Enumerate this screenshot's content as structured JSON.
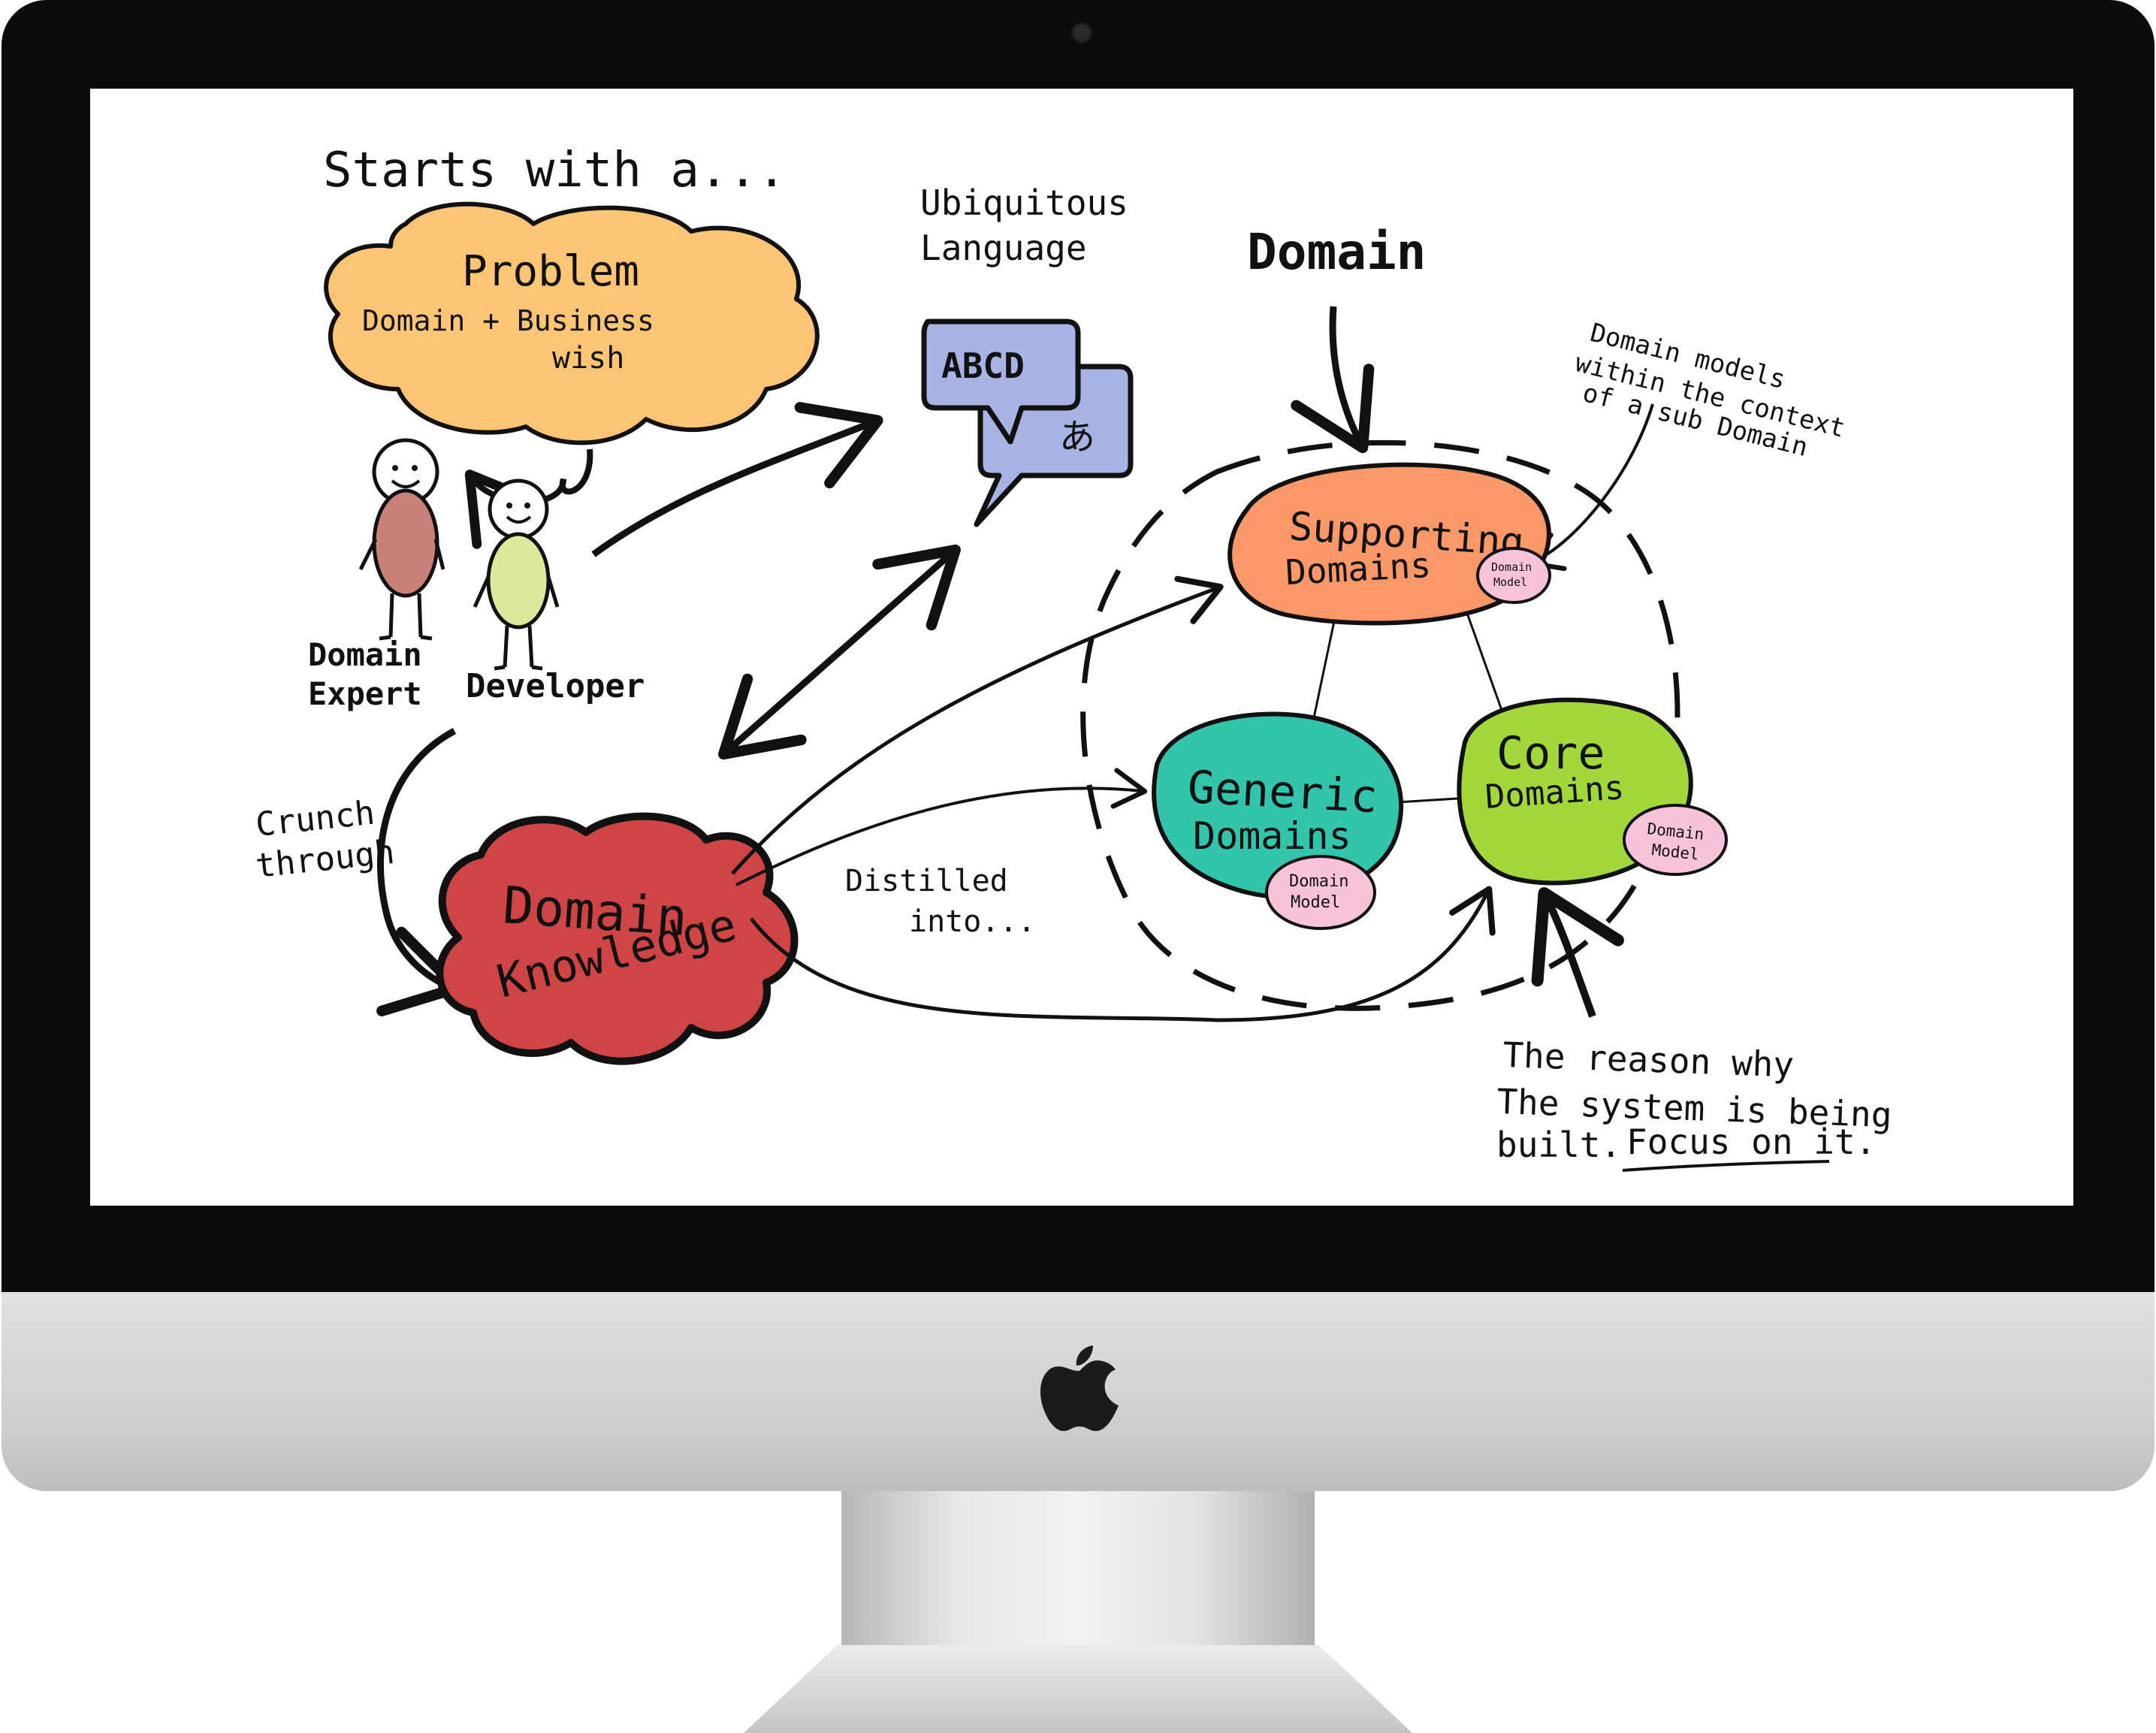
{
  "diagram": {
    "starts_with": "Starts with a...",
    "problem": {
      "line1": "Problem",
      "line2": "Domain + Business",
      "line3": "wish"
    },
    "people": {
      "expert_line1": "Domain",
      "expert_line2": "Expert",
      "developer": "Developer"
    },
    "ubiquitous": {
      "line1": "Ubiquitous",
      "line2": "Language",
      "bubble_text": "ABCD",
      "bubble_glyph": "あ"
    },
    "domain_title": "Domain",
    "domain_models_note": {
      "line1": "Domain models",
      "line2": "within the context",
      "line3": "of a sub Domain"
    },
    "supporting": {
      "line1": "Supporting",
      "line2": "Domains"
    },
    "generic": {
      "line1": "Generic",
      "line2": "Domains"
    },
    "core": {
      "line1": "Core",
      "line2": "Domains"
    },
    "domain_model_badge": {
      "line1": "Domain",
      "line2": "Model"
    },
    "crunch": {
      "line1": "Crunch",
      "line2": "through"
    },
    "knowledge": {
      "line1": "Domain",
      "line2": "Knowledge"
    },
    "distilled": {
      "line1": "Distilled",
      "line2": "into..."
    },
    "reason": {
      "line1": "The reason why",
      "line2": "The system is being",
      "line3_prefix": "built.",
      "line3_emphasis": "Focus on it."
    },
    "colors": {
      "problem": "#fcc574",
      "expert_body": "#c98078",
      "developer_body": "#dde89a",
      "ubiquitous_bubble": "#a7b3e3",
      "supporting": "#fb9867",
      "generic": "#33c4ac",
      "core": "#a2d83a",
      "domain_model": "#f7c3db",
      "knowledge": "#cf4444"
    }
  }
}
